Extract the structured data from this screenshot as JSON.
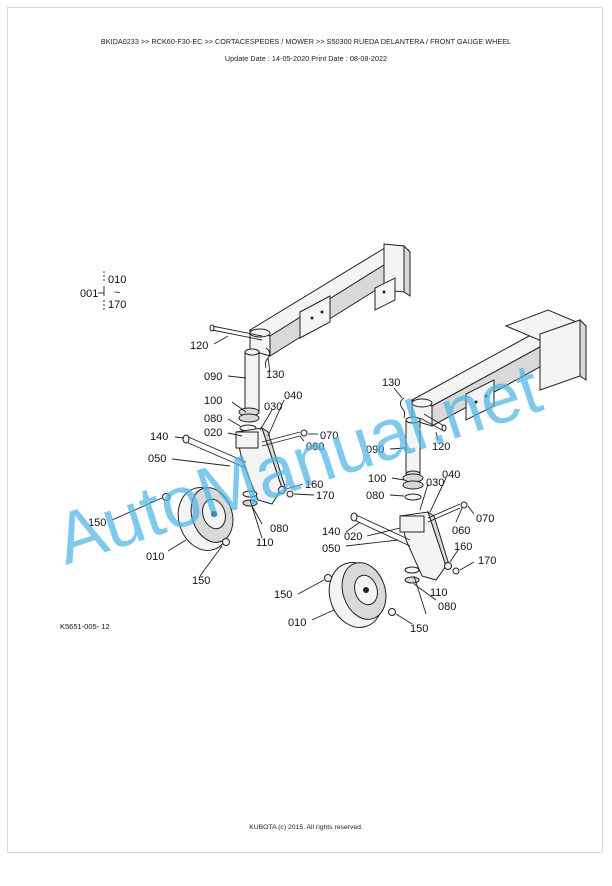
{
  "header": {
    "breadcrumb": "BKIDA0233 >> RCK60-F30-EC >> CORTACESPEDES / MOWER >> S50300   RUEDA DELANTERA / FRONT GAUGE WHEEL",
    "dates": "Update Date : 14-05-2020   Print Date : 08-08-2022"
  },
  "diagram": {
    "group_label": "001",
    "group_from": "010",
    "group_sep": "~",
    "group_to": "170",
    "figure_code": "K5651-005- 12",
    "watermark": "AutoManual.net",
    "callouts_left": {
      "c120": "120",
      "c130": "130",
      "c090": "090",
      "c100": "100",
      "c040": "040",
      "c030": "030",
      "c080": "080",
      "c020": "020",
      "c060": "060",
      "c070": "070",
      "c140": "140",
      "c050": "050",
      "c160": "160",
      "c170": "170",
      "c150a": "150",
      "c080b": "080",
      "c110": "110",
      "c010": "010",
      "c150b": "150"
    },
    "callouts_right": {
      "c130": "130",
      "c090": "090",
      "c120": "120",
      "c100": "100",
      "c040": "040",
      "c080": "080",
      "c030": "030",
      "c060": "060",
      "c070": "070",
      "c140": "140",
      "c020": "020",
      "c050": "050",
      "c160": "160",
      "c170": "170",
      "c150a": "150",
      "c110": "110",
      "c080b": "080",
      "c010": "010",
      "c150b": "150"
    }
  },
  "footer": {
    "copyright": "KUBOTA (c) 2015. All rights reserved."
  }
}
